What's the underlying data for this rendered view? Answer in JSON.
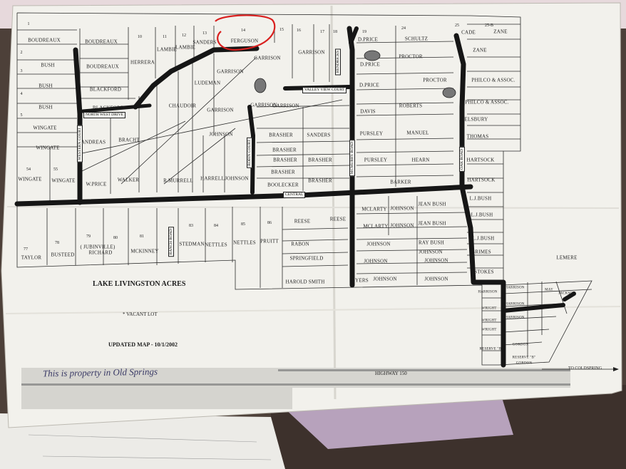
{
  "map_title": "LAKE LIVINGSTON ACRES",
  "legend_vacant": "* VACANT LOT",
  "updated": "UPDATED MAP - 10/1/2002",
  "handwritten_note": "This is property in Old Springs",
  "highway": "HIGHWAY 150",
  "to_coldspring": "TO COLDSPRING",
  "circled_lot": "14 FERGUSON",
  "roads": {
    "north_west_drive": "NORTH WEST DRIVE",
    "valley_view_court": "VALLEY VIEW COURT",
    "central": "CENTRAL",
    "hendricks": "HENDRICKS",
    "mcmurry_road": "MCMURRY ROAD",
    "western_court": "WESTERN COURT",
    "robin_court": "ROBIN COURT",
    "oak_road": "OAK ROAD",
    "ranch_road": "RANCH ROAD"
  },
  "owners": {
    "boudreaux": "BOUDREAUX",
    "bush": "BUSH",
    "wingate": "WINGATE",
    "blackford": "BLACKFORD",
    "herrera": "HERRERA",
    "lambie": "LAMBIE",
    "sanders": "SANDERS",
    "ferguson": "FERGUSON",
    "garrison": "GARRISON",
    "ludeman": "LUDEMAN",
    "chaudoir": "CHAUDOIR",
    "johnson": "JOHNSON",
    "andreas": "ANDREAS",
    "bracht": "BRACHT",
    "wprice": "W.PRICE",
    "walker": "WALKER",
    "rmurrell": "R.MURRELL",
    "harrell": "HARRELL",
    "brasher": "BRASHER",
    "boolecker": "BOOLECKER",
    "davis": "DAVIS",
    "pursley": "PURSLEY",
    "barker": "BARKER",
    "roberts": "ROBERTS",
    "manuel": "MANUEL",
    "hearn": "HEARN",
    "dprice": "D.PRICE",
    "schultz": "SCHULTZ",
    "proctor": "PROCTOR",
    "cade": "CADE",
    "zane": "ZANE",
    "philco": "PHILCO & ASSOC.",
    "elsbury": "ELSBURY",
    "thomas": "THOMAS",
    "hartsock": "HARTSOCK",
    "ljbush": "L.J.BUSH",
    "grimes": "GRIMES",
    "stokes": "STOKES",
    "taylor": "TAYLOR",
    "busteed": "BUSTEED",
    "jubinville": "( JUBINVILLE)",
    "richard": "RICHARD",
    "mckinney": "MCKINNEY",
    "stedman": "STEDMAN",
    "nettles": "NETTLES",
    "pruitt": "PRUITT",
    "reese": "REESE",
    "rabon": "RABON",
    "springfield": "SPRINGFIELD",
    "harold_smith": "HAROLD SMITH",
    "byers": "BYERS",
    "mclarty": "MCLARTY",
    "jean_bush": "JEAN BUSH",
    "ray_bush": "RAY BUSH",
    "lemere": "LEMERE",
    "harrison": "HARRISON",
    "gordon": "GORDON",
    "reserve_b": "RESERVE \"B\"",
    "wright": "WRIGHT",
    "may": "MAY",
    "jackson": "JACKSON"
  }
}
